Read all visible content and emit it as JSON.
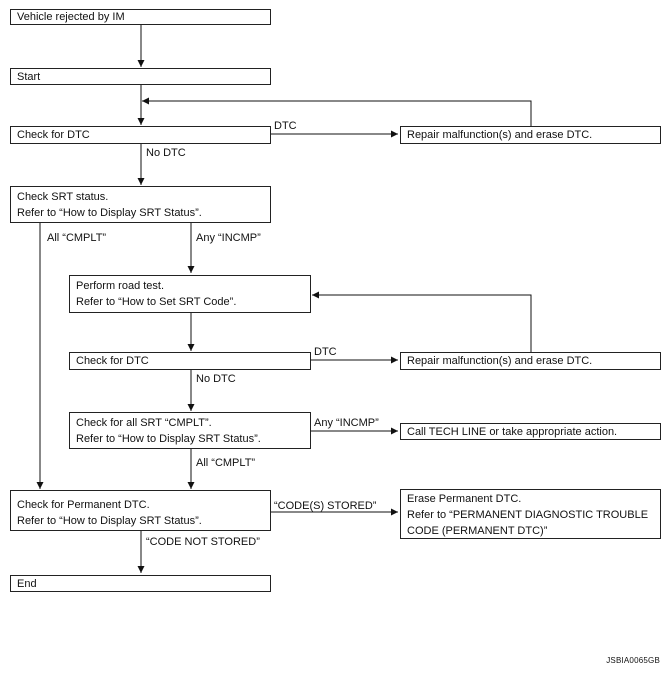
{
  "boxes": {
    "rejected": "Vehicle rejected by IM",
    "start": "Start",
    "check_dtc_1": "Check for DTC",
    "repair_1": "Repair malfunction(s) and erase DTC.",
    "check_srt": [
      "Check SRT status.",
      "Refer to “How to Display SRT Status”."
    ],
    "road_test": [
      "Perform road test.",
      "Refer to “How to Set SRT Code”."
    ],
    "check_dtc_2": "Check for DTC",
    "repair_2": "Repair malfunction(s) and erase DTC.",
    "check_all_srt": [
      "Check for all SRT “CMPLT”.",
      "Refer to “How to Display SRT Status”."
    ],
    "tech_line": "Call TECH LINE or take appropriate action.",
    "check_perm": [
      "Check for Permanent DTC.",
      "Refer to “How to Display SRT Status”."
    ],
    "erase_perm": [
      "Erase Permanent DTC.",
      "Refer to “PERMANENT DIAGNOSTIC TROUBLE",
      "CODE (PERMANENT DTC)”"
    ],
    "end": "End"
  },
  "labels": {
    "dtc_1": "DTC",
    "no_dtc_1": "No DTC",
    "all_cmplt_1": "All “CMPLT”",
    "any_incmp_1": "Any “INCMP”",
    "dtc_2": "DTC",
    "no_dtc_2": "No DTC",
    "any_incmp_2": "Any “INCMP”",
    "all_cmplt_2": "All “CMPLT”",
    "codes_stored": "“CODE(S) STORED”",
    "code_not_stored": "“CODE NOT STORED”"
  },
  "figure_code": "JSBIA0065GB"
}
